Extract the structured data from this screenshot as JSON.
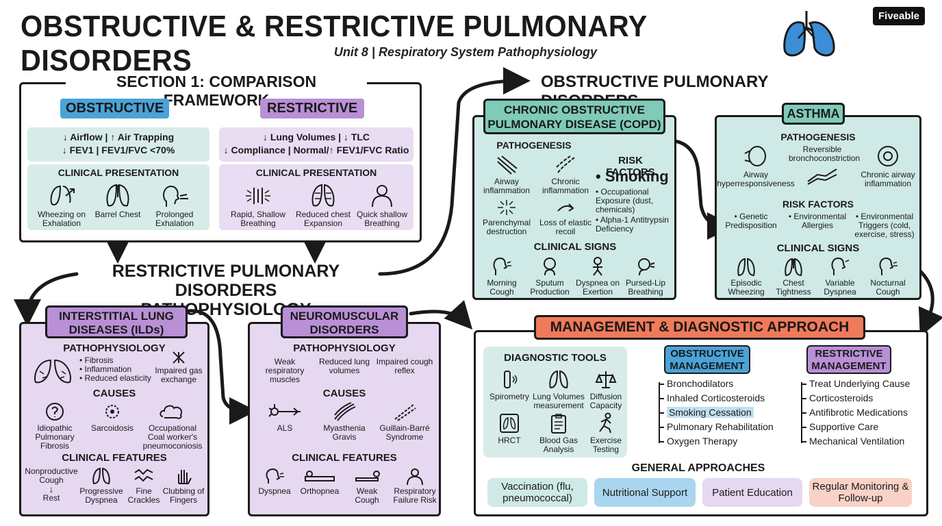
{
  "header": {
    "title": "OBSTRUCTIVE & RESTRICTIVE PULMONARY DISORDERS",
    "subtitle": "Unit 8 | Respiratory System Pathophysiology",
    "logo": "Fiveable"
  },
  "section1": {
    "title": "SECTION 1: COMPARISON FRAMEWORK",
    "obstructive": {
      "label": "OBSTRUCTIVE",
      "line1": "↓ Airflow | ↑ Air Trapping",
      "line2": "↓ FEV1 | FEV1/FVC <70%",
      "clinical_title": "CLINICAL PRESENTATION",
      "items": [
        "Wheezing on Exhalation",
        "Barrel Chest",
        "Prolonged Exhalation"
      ]
    },
    "restrictive": {
      "label": "RESTRICTIVE",
      "line1": "↓ Lung Volumes | ↓ TLC",
      "line2": "↓ Compliance | Normal/↑ FEV1/FVC Ratio",
      "clinical_title": "CLINICAL PRESENTATION",
      "items": [
        "Rapid, Shallow Breathing",
        "Reduced chest Expansion",
        "Quick shallow Breathing"
      ]
    }
  },
  "restrictive_title": {
    "line1": "RESTRICTIVE PULMONARY DISORDERS",
    "line2": "PATHOPHYSIOLOGY"
  },
  "ild": {
    "label": "INTERSTITIAL LUNG DISEASES (ILDs)",
    "patho_title": "PATHOPHYSIOLOGY",
    "patho_bullets": [
      "• Fibrosis",
      "• Inflammation",
      "• Reduced elasticity"
    ],
    "patho_right": "Impaired gas exchange",
    "causes_title": "CAUSES",
    "causes": [
      "Idiopathic Pulmonary Fibrosis",
      "Sarcoidosis",
      "Occupational Coal worker's pneumoconiosis"
    ],
    "features_title": "CLINICAL FEATURES",
    "features_first": "Nonproductive Cough",
    "features_first_arrow": "↓",
    "features_first_rest": "Rest",
    "features": [
      "Progressive Dyspnea",
      "Fine Crackles",
      "Clubbing of Fingers"
    ]
  },
  "neuro": {
    "label": "NEUROMUSCULAR DISORDERS",
    "patho_title": "PATHOPHYSIOLOGY",
    "patho": [
      "Weak respiratory muscles",
      "Reduced lung volumes",
      "Impaired cough reflex"
    ],
    "causes_title": "CAUSES",
    "causes": [
      "ALS",
      "Myasthenia Gravis",
      "Guillain-Barré Syndrome"
    ],
    "features_title": "CLINICAL FEATURES",
    "features": [
      "Dyspnea",
      "Orthopnea",
      "Weak Cough",
      "Respiratory Failure Risk"
    ]
  },
  "obstructive_title": "OBSTRUCTIVE PULMONARY DISORDERS",
  "copd": {
    "label": "CHRONIC OBSTRUCTIVE PULMONARY DISEASE (COPD)",
    "patho_title": "PATHOGENESIS",
    "patho": [
      "Airway inflammation",
      "Chronic inflammation",
      "Parenchymal destruction",
      "Loss of elastic recoil"
    ],
    "risk_title": "RISK FACTORS",
    "risk_main": "• Smoking",
    "risk_items": [
      "• Occupational Exposure (dust, chemicals)",
      "• Alpha-1 Antitrypsin Deficiency"
    ],
    "signs_title": "CLINICAL SIGNS",
    "signs": [
      "Morning Cough",
      "Sputum Production",
      "Dyspnea on Exertion",
      "Pursed-Lip Breathing"
    ]
  },
  "asthma": {
    "label": "ASTHMA",
    "patho_title": "PATHOGENESIS",
    "patho": [
      "Airway hyperresponsiveness",
      "Reversible bronchoconstriction",
      "Chronic airway inflammation"
    ],
    "risk_title": "RISK FACTORS",
    "risk": [
      "• Genetic Predisposition",
      "• Environmental Allergies",
      "• Environmental Triggers (cold, exercise, stress)"
    ],
    "signs_title": "CLINICAL SIGNS",
    "signs": [
      "Episodic Wheezing",
      "Chest Tightness",
      "Variable Dyspnea",
      "Nocturnal Cough"
    ]
  },
  "management": {
    "label": "MANAGEMENT & DIAGNOSTIC APPROACH",
    "diag_title": "DIAGNOSTIC TOOLS",
    "diag": [
      "Spirometry",
      "Lung Volumes measurement",
      "Diffusion Capacity",
      "HRCT",
      "Blood Gas Analysis",
      "Exercise Testing"
    ],
    "obs_label": "OBSTRUCTIVE MANAGEMENT",
    "obs_items": [
      "Bronchodilators",
      "Inhaled Corticosteroids",
      "Smoking Cessation",
      "Pulmonary Rehabilitation",
      "Oxygen Therapy"
    ],
    "res_label": "RESTRICTIVE MANAGEMENT",
    "res_items": [
      "Treat Underlying Cause",
      "Corticosteroids",
      "Antifibrotic Medications",
      "Supportive Care",
      "Mechanical Ventilation"
    ],
    "general_title": "GENERAL APPROACHES",
    "general": [
      "Vaccination (flu, pneumococcal)",
      "Nutritional Support",
      "Patient Education",
      "Regular Monitoring & Follow-up"
    ]
  },
  "colors": {
    "teal": "#cfe9e6",
    "purple": "#e6d8f0",
    "obstructive_blue": "#4aa3d8",
    "restrictive_purple": "#b98fd6",
    "management_orange": "#f07a5a"
  }
}
